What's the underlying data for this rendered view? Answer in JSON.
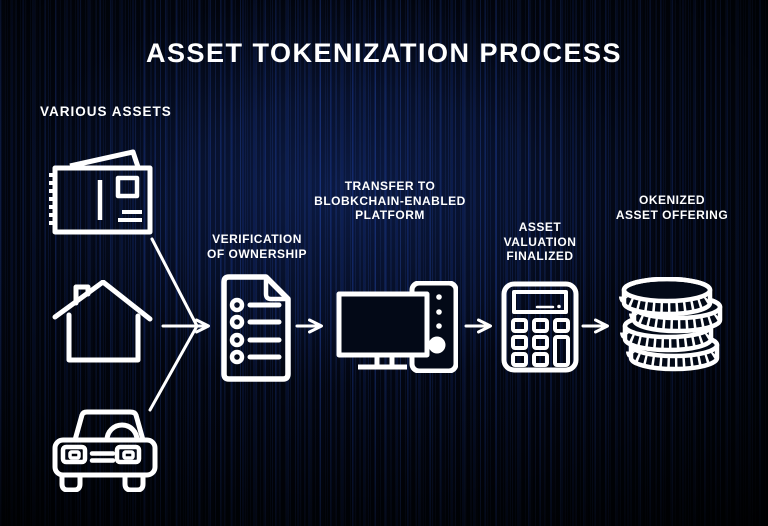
{
  "title": "ASSET TOKENIZATION PROCESS",
  "assets_section": {
    "label": "VARIOUS ASSETS",
    "items": [
      {
        "name": "tickets",
        "icon": "ticket-icon"
      },
      {
        "name": "house",
        "icon": "house-icon"
      },
      {
        "name": "car",
        "icon": "car-icon"
      }
    ]
  },
  "steps": [
    {
      "label": "VERIFICATION\nOF OWNERSHIP",
      "icon": "checklist-document-icon"
    },
    {
      "label": "TRANSFER TO\nBLOBKCHAIN-ENABLED\nPLATFORM",
      "icon": "computer-icon"
    },
    {
      "label": "ASSET\nVALUATION\nFINALIZED",
      "icon": "calculator-icon"
    },
    {
      "label": "OKENIZED\nASSET OFFERING",
      "icon": "coin-stack-icon"
    }
  ],
  "colors": {
    "background": "#01040d",
    "streak_blue": "#1e3f8f",
    "foreground": "#ffffff"
  }
}
